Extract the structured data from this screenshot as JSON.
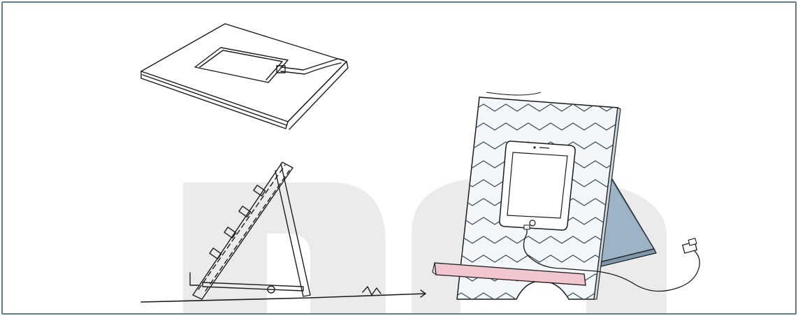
{
  "figure": {
    "border_color": "#5e7d86",
    "ink_color": "#1c1c1c",
    "watermark_color": "#e6e6e6",
    "pink_strip_color": "#f2c6cf",
    "blue_panel_color": "#9db3c6",
    "zigzag_color": "#3a4d5a"
  },
  "sketches": [
    {
      "name": "flat-charging-pad-sketch"
    },
    {
      "name": "folding-stand-side-view-sketch"
    },
    {
      "name": "chevron-phone-stand-sketch"
    }
  ]
}
